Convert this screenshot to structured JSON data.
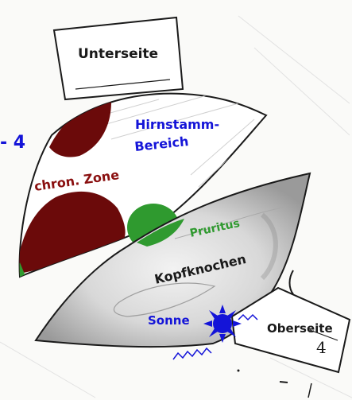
{
  "labels": {
    "unterseite": "Unterseite",
    "hirnstamm_1": "Hirnstamm-",
    "hirnstamm_2": "Bereich",
    "chron_zone": "chron. Zone",
    "pruritus": "Pruritus",
    "kopfknochen": "Kopfknochen",
    "sonne": "Sonne",
    "oberseite": "Oberseite",
    "left_number": "- 4",
    "corner_number": "4"
  },
  "colors": {
    "ink": "#1a1a1a",
    "blue": "#1414d8",
    "maroon": "#6b0a0a",
    "green": "#2f9a2f",
    "shading": "#bdbdbd",
    "paper": "#fafaf8"
  }
}
